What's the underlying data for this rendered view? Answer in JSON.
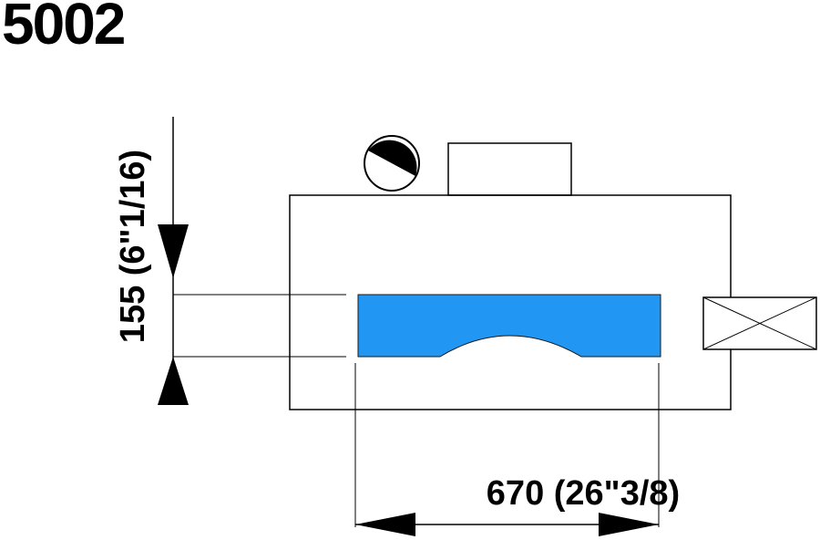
{
  "model_code": "5002",
  "dimensions": {
    "height_label": "155 (6\"1/16)",
    "width_label": "670 (26\"3/8)"
  },
  "colors": {
    "line": "#000000",
    "cutout_fill": "#2196f3",
    "background": "#ffffff"
  }
}
